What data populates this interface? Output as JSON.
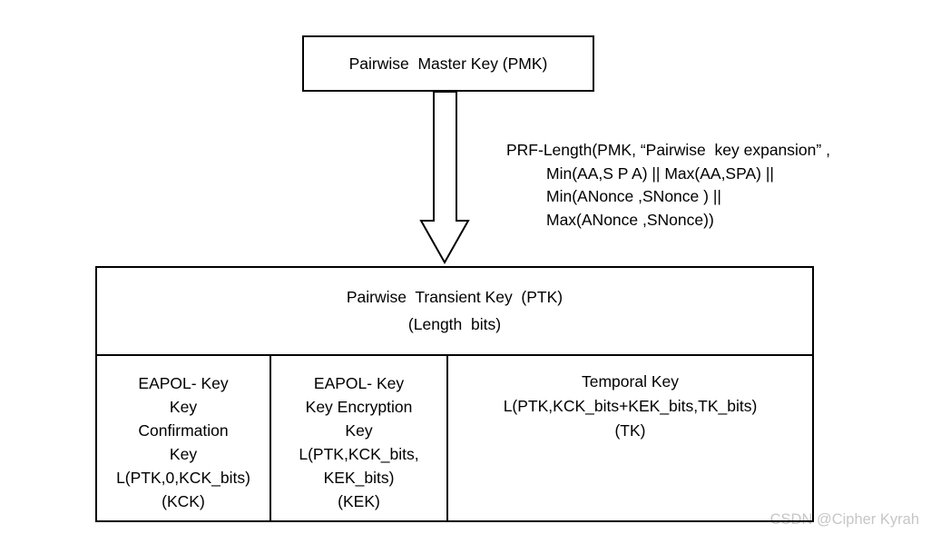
{
  "diagram": {
    "pmk_box": {
      "label": "Pairwise  Master Key (PMK)"
    },
    "prf_annotation": {
      "lines": [
        "PRF-Length(PMK, “Pairwise  key expansion” ,",
        "Min(AA,S P A) || Max(AA,SPA) ||",
        "Min(ANonce ,SNonce ) ||",
        "Max(ANonce ,SNonce))"
      ]
    },
    "ptk_box": {
      "title": "Pairwise  Transient Key  (PTK)",
      "subtitle": "(Length  bits)",
      "cells": [
        {
          "name": "key-confirmation-key",
          "lines": [
            "EAPOL- Key",
            "Key",
            "Confirmation",
            "Key",
            "L(PTK,0,KCK_bits)",
            "(KCK)"
          ]
        },
        {
          "name": "key-encryption-key",
          "lines": [
            "EAPOL- Key",
            "Key Encryption",
            "Key",
            "L(PTK,KCK_bits,",
            "KEK_bits)",
            "(KEK)"
          ]
        },
        {
          "name": "temporal-key",
          "lines": [
            "Temporal Key",
            "L(PTK,KCK_bits+KEK_bits,TK_bits)",
            "(TK)"
          ]
        }
      ]
    },
    "watermark": "CSDN @Cipher Kyrah",
    "colors": {
      "line": "#000000",
      "background": "#ffffff",
      "watermark_text": "#c6c6c6"
    }
  }
}
